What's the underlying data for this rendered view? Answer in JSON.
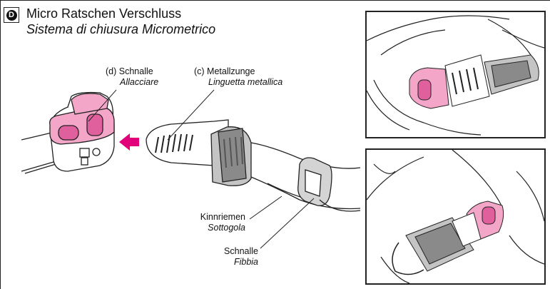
{
  "section": {
    "badge": "D",
    "title": "Micro Ratschen Verschluss",
    "subtitle": "Sistema di chiusura Micrometrico"
  },
  "labels": {
    "buckle": {
      "de": "(d) Schnalle",
      "it": "Allacciare"
    },
    "tongue": {
      "de": "(c) Metallzunge",
      "it": "Linguetta metallica"
    },
    "chinstrap": {
      "de": "Kinnriemen",
      "it": "Sottogola"
    },
    "strapbuckle": {
      "de": "Schnalle",
      "it": "Fibbia"
    }
  },
  "colors": {
    "pink": "#f4a6c8",
    "pink_dark": "#e0609e",
    "arrow": "#e2007a",
    "gray": "#c4c4c4",
    "gray_dark": "#8a8a8a"
  },
  "icons": {
    "arrow": "left-arrow-icon"
  }
}
